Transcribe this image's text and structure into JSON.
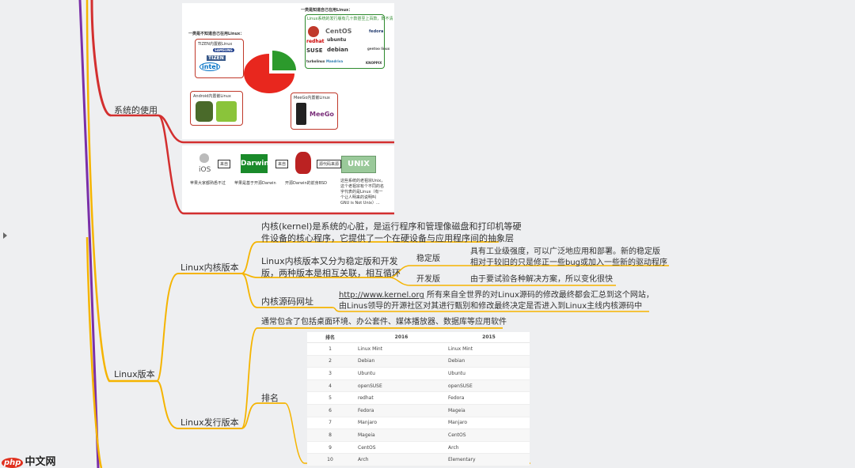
{
  "colors": {
    "red_branch": "#d32f2f",
    "orange_branch": "#f5b400",
    "purple_branch": "#7a2fa8"
  },
  "nodes": {
    "system_use": "系统的使用",
    "kernel_version": "Linux内核版本",
    "linux_version": "Linux版本",
    "distro_version": "Linux发行版本"
  },
  "kernel": {
    "desc_line1": "内核(kernel)是系统的心脏，是运行程序和管理像磁盘和打印机等硬",
    "desc_line2": "件设备的核心程序，它提供了一个在硬设备与应用程序间的抽象层",
    "branches_line1": "Linux内核版本又分为稳定版和开发",
    "branches_line2": "版，两种版本是相互关联，相互循环",
    "stable": "稳定版",
    "stable_desc1": "具有工业级强度，可以广泛地应用和部署。新的稳定版",
    "stable_desc2": "相对于较旧的只是修正一些bug或加入一些新的驱动程序",
    "dev": "开发版",
    "dev_desc": "由于要试验各种解决方案，所以变化很快",
    "source_url": "内核源码网址",
    "url": "http://www.kernel.org",
    "url_desc1": " 所有来自全世界的对Linux源码的修改最终都会汇总到这个网站，",
    "url_desc2": "由Linus领导的开源社区对其进行甄别和修改最终决定是否进入到Linux主线内核源码中"
  },
  "distro": {
    "desc": "通常包含了包括桌面环境、办公套件、媒体播放器、数据库等应用软件",
    "ranking": "排名"
  },
  "ranking_table": {
    "headers": [
      "排名",
      "2016",
      "2015"
    ],
    "rows": [
      [
        "1",
        "Linux Mint",
        "Linux Mint"
      ],
      [
        "2",
        "Debian",
        "Debian"
      ],
      [
        "3",
        "Ubuntu",
        "Ubuntu"
      ],
      [
        "4",
        "openSUSE",
        "openSUSE"
      ],
      [
        "5",
        "redhat",
        "Fedora"
      ],
      [
        "6",
        "Fedora",
        "Mageia"
      ],
      [
        "7",
        "Manjaro",
        "Manjaro"
      ],
      [
        "8",
        "Mageia",
        "CentOS"
      ],
      [
        "9",
        "CentOS",
        "Arch"
      ],
      [
        "10",
        "Arch",
        "Elementary"
      ]
    ]
  },
  "image1": {
    "left_title": "一类是不知道自己在用Linux：",
    "right_title": "一类是知道自己在用Linux：",
    "right_sub": "Linux系统的发行版有几十款甚至上百款，数不清",
    "tizen_box": "TIZEN内置嵌Linux",
    "android_box": "Android内置嵌Linux",
    "meego_box": "MeeGo内置嵌Linux",
    "logos": [
      "TIZEN",
      "SAMSUNG",
      "intel",
      "redhat",
      "CentOS",
      "ubuntu",
      "fedora",
      "SUSE",
      "debian",
      "gentoo linux",
      "turbolinux",
      "Mandriva",
      "KNOPPIX",
      "MeeGo"
    ]
  },
  "image2": {
    "ios": "iOS",
    "ios_caption": "苹果大家都熟悉不过",
    "arrow1": "来自",
    "darwin": "Darwin",
    "darwin_caption": "苹果是基于开源Darwin",
    "arrow2": "来自",
    "bsd_caption": "开源Darwin的前身BSD",
    "arrow3": "源代码来源",
    "unix": "UNIX",
    "unix_caption1": "这些系统的老祖宗Unix，",
    "unix_caption2": "这个老祖宗有个不同的名",
    "unix_caption3": "字代表的是Linux（有一",
    "unix_caption4": "个让人明来的说明叫",
    "unix_caption5": "GNU is Not Unix）..."
  },
  "watermark": {
    "badge": "php",
    "text": "中文网"
  }
}
